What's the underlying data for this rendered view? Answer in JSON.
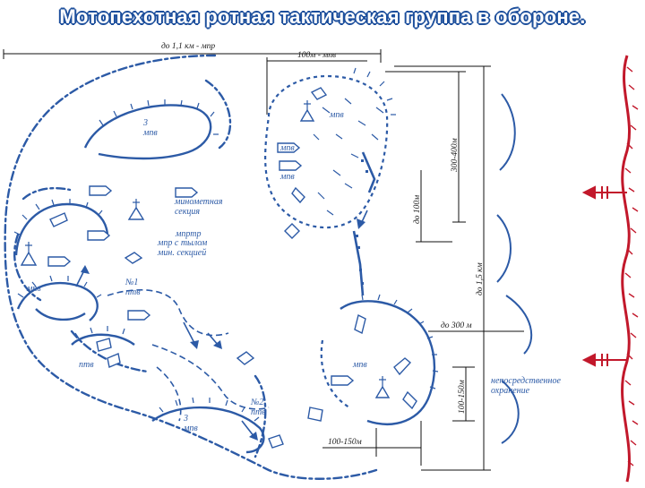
{
  "title": "Мотопехотная ротная тактическая группа в обороне.",
  "labels": {
    "to_1_1km": "до 1,1 км - мпр",
    "m100_mpv": "100м - мпв",
    "m300_400": "300-400м",
    "to_100m": "до 100м",
    "to_1_5km": "до 1,5 км",
    "to_300m": "до 300 м",
    "m100_150_v": "100-150м",
    "m100_150_h": "100-150м",
    "mpv_3_top": "3\nмпв",
    "mpv_tl": "мпв",
    "mpv_l1": "мпв",
    "mpv_l2": "мпв",
    "mpv_left": "мпв",
    "minometnaya": "минометная\nсекция",
    "mprtr": "мпртр",
    "mpr_s_tyl": "мпр с тылом\nмин. секцией",
    "ptv1": "№1\nптв",
    "ptv_bl": "птв",
    "ptv2": "№2\nптв",
    "mpv_3_bot": "3\nмпв",
    "mpv_br": "мпв",
    "ohranenie": "непосредственное\nохранение"
  },
  "colors": {
    "ink": "#2c5aa6",
    "enemy": "#c2182b",
    "dimension": "#111111"
  }
}
